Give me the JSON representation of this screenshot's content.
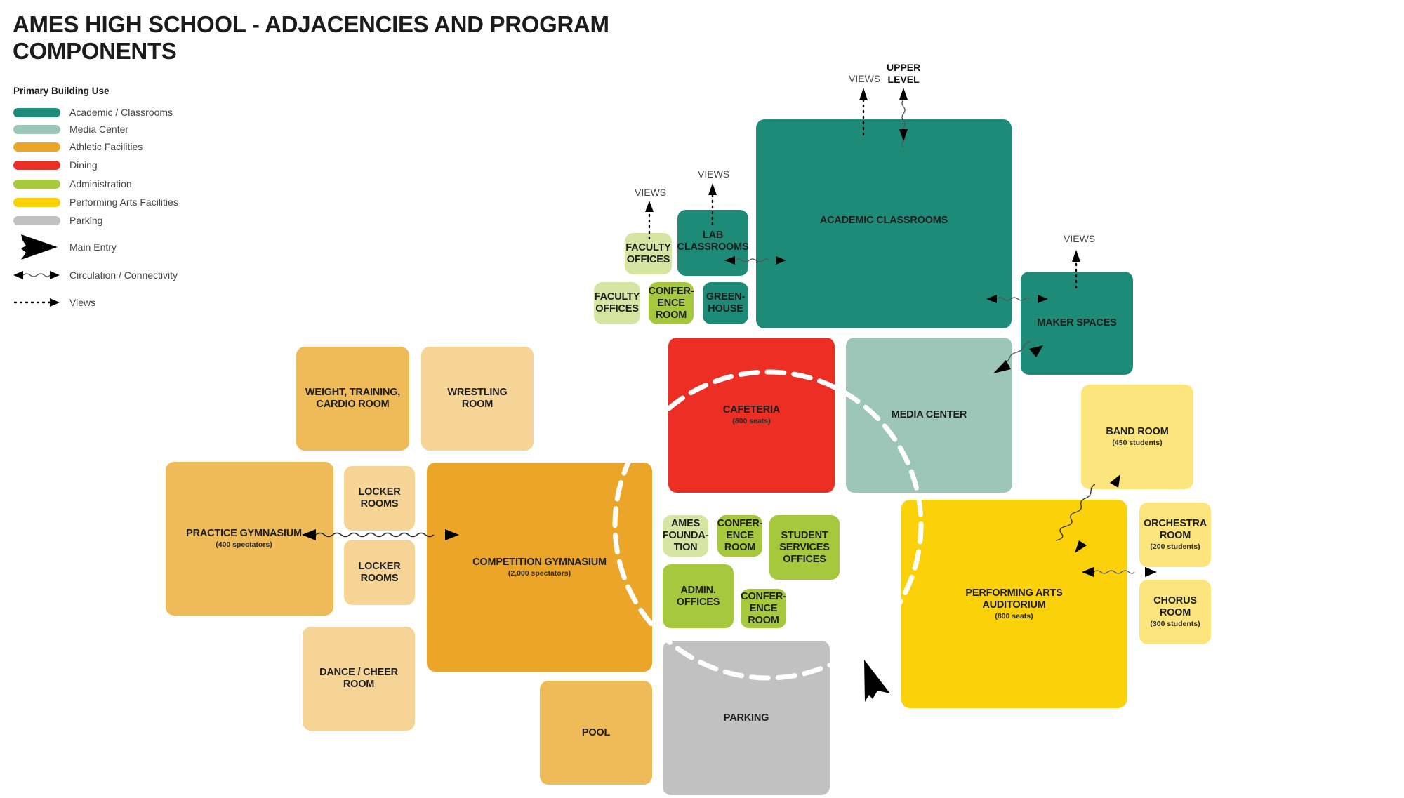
{
  "title": "AMES HIGH SCHOOL - ADJACENCIES AND PROGRAM\nCOMPONENTS",
  "legend": {
    "heading": "Primary Building Use",
    "categories": [
      {
        "key": "academic",
        "label": "Academic / Classrooms",
        "color": "#1e8b79"
      },
      {
        "key": "media",
        "label": "Media Center",
        "color": "#9cc7b8"
      },
      {
        "key": "athletic",
        "label": "Athletic Facilities",
        "color": "#eba62a"
      },
      {
        "key": "dining",
        "label": "Dining",
        "color": "#ed2e24"
      },
      {
        "key": "admin",
        "label": "Administration",
        "color": "#a6c83c"
      },
      {
        "key": "arts",
        "label": "Performing Arts Facilities",
        "color": "#fbd20a"
      },
      {
        "key": "parking",
        "label": "Parking",
        "color": "#c1c1c1"
      }
    ],
    "symbols": [
      {
        "key": "main-entry",
        "label": "Main Entry",
        "icon": "main-entry-arrow-icon"
      },
      {
        "key": "circulation",
        "label": "Circulation / Connectivity",
        "icon": "circulation-arrow-icon"
      },
      {
        "key": "views",
        "label": "Views",
        "icon": "views-arrow-icon"
      }
    ]
  },
  "rooms": {
    "academic_classrooms": {
      "name": "ACADEMIC CLASSROOMS",
      "category": "academic",
      "color": "#1e8b79"
    },
    "lab_classrooms": {
      "name": "LAB\nCLASSROOMS",
      "category": "academic",
      "color": "#1e8b79"
    },
    "faculty_offices_1": {
      "name": "FACULTY\nOFFICES",
      "category": "admin",
      "color": "#d6e5a2"
    },
    "faculty_offices_2": {
      "name": "FACULTY\nOFFICES",
      "category": "admin",
      "color": "#d6e5a2"
    },
    "conference_room_1": {
      "name": "CONFER-\nENCE\nROOM",
      "category": "admin",
      "color": "#a6c83c"
    },
    "greenhouse": {
      "name": "GREEN-\nHOUSE",
      "category": "academic",
      "color": "#1e8b79"
    },
    "maker_spaces": {
      "name": "MAKER SPACES",
      "category": "academic",
      "color": "#1e8b79"
    },
    "cafeteria": {
      "name": "CAFETERIA",
      "sub": "(800 seats)",
      "category": "dining",
      "color": "#ed2e24"
    },
    "media_center": {
      "name": "MEDIA CENTER",
      "category": "media",
      "color": "#9cc7b8"
    },
    "band_room": {
      "name": "BAND ROOM",
      "sub": "(450 students)",
      "category": "arts",
      "color": "#fde57e"
    },
    "performing_arts_auditorium": {
      "name": "PERFORMING ARTS\nAUDITORIUM",
      "sub": "(800 seats)",
      "category": "arts",
      "color": "#fbd20a"
    },
    "orchestra_room": {
      "name": "ORCHESTRA\nROOM",
      "sub": "(200 students)",
      "category": "arts",
      "color": "#fde57e"
    },
    "chorus_room": {
      "name": "CHORUS\nROOM",
      "sub": "(300 students)",
      "category": "arts",
      "color": "#fde57e"
    },
    "weight_training": {
      "name": "WEIGHT, TRAINING,\nCARDIO ROOM",
      "category": "athletic",
      "color": "#efbb58"
    },
    "wrestling_room": {
      "name": "WRESTLING\nROOM",
      "category": "athletic",
      "color": "#f6d495"
    },
    "practice_gymnasium": {
      "name": "PRACTICE GYMNASIUM",
      "sub": "(400 spectators)",
      "category": "athletic",
      "color": "#efbb58"
    },
    "locker_rooms_1": {
      "name": "LOCKER\nROOMS",
      "category": "athletic",
      "color": "#f6d495"
    },
    "locker_rooms_2": {
      "name": "LOCKER\nROOMS",
      "category": "athletic",
      "color": "#f6d495"
    },
    "competition_gymnasium": {
      "name": "COMPETITION GYMNASIUM",
      "sub": "(2,000 spectators)",
      "category": "athletic",
      "color": "#eba62a"
    },
    "dance_cheer": {
      "name": "DANCE / CHEER\nROOM",
      "category": "athletic",
      "color": "#f6d495"
    },
    "pool": {
      "name": "POOL",
      "category": "athletic",
      "color": "#efbb58"
    },
    "ames_foundation": {
      "name": "AMES\nFOUNDA-\nTION",
      "category": "admin",
      "color": "#d6e5a2"
    },
    "conference_room_2": {
      "name": "CONFER-\nENCE\nROOM",
      "category": "admin",
      "color": "#a6c83c"
    },
    "student_services": {
      "name": "STUDENT\nSERVICES\nOFFICES",
      "category": "admin",
      "color": "#a6c83c"
    },
    "admin_offices": {
      "name": "ADMIN.\nOFFICES",
      "category": "admin",
      "color": "#a6c83c"
    },
    "conference_room_3": {
      "name": "CONFER-\nENCE\nROOM",
      "category": "admin",
      "color": "#a6c83c"
    },
    "parking": {
      "name": "PARKING",
      "category": "parking",
      "color": "#c1c1c1"
    }
  },
  "annotations": {
    "views": "VIEWS",
    "upper_level": "UPPER\nLEVEL"
  }
}
